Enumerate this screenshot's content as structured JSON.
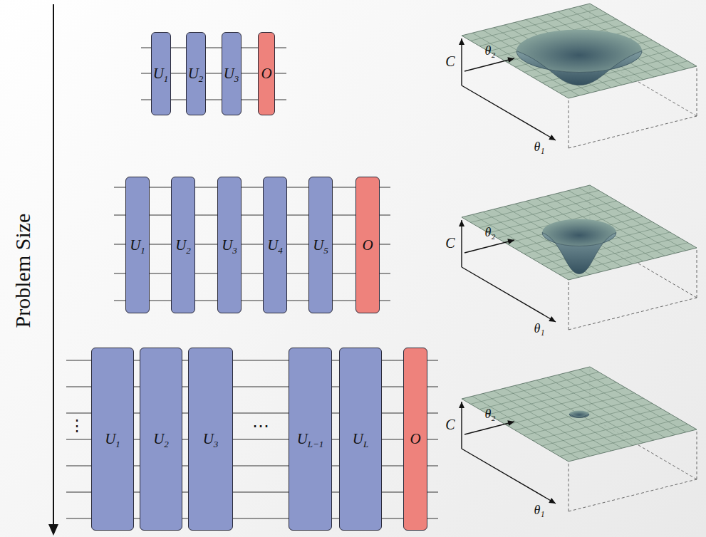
{
  "diagram": {
    "nodes": [
      {
        "text": [
          "U",
          "1"
        ]
      },
      {
        "text": [
          "U",
          "2"
        ]
      },
      {
        "text": [
          "U",
          "3"
        ]
      },
      {
        "text": [
          "O"
        ]
      },
      {
        "text": [
          "U",
          "1"
        ]
      },
      {
        "text": [
          "U",
          "2"
        ]
      },
      {
        "text": [
          "U",
          "3"
        ]
      },
      {
        "text": [
          "U",
          "4"
        ]
      },
      {
        "text": [
          "U",
          "5"
        ]
      },
      {
        "text": [
          "O"
        ]
      },
      {
        "text": [
          "U",
          "1"
        ]
      },
      {
        "text": [
          "U",
          "2"
        ]
      },
      {
        "text": [
          "U",
          "3"
        ]
      },
      {
        "text": [
          "U",
          "L−1"
        ]
      },
      {
        "text": [
          "U",
          "L"
        ]
      },
      {
        "text": [
          "O"
        ]
      }
    ],
    "labels": [
      "Problem Size",
      "C",
      "θ₂",
      "θ₁",
      "C",
      "θ₂",
      "θ₁",
      "⋮",
      "⋯",
      "C",
      "θ₂",
      "θ₁"
    ]
  }
}
